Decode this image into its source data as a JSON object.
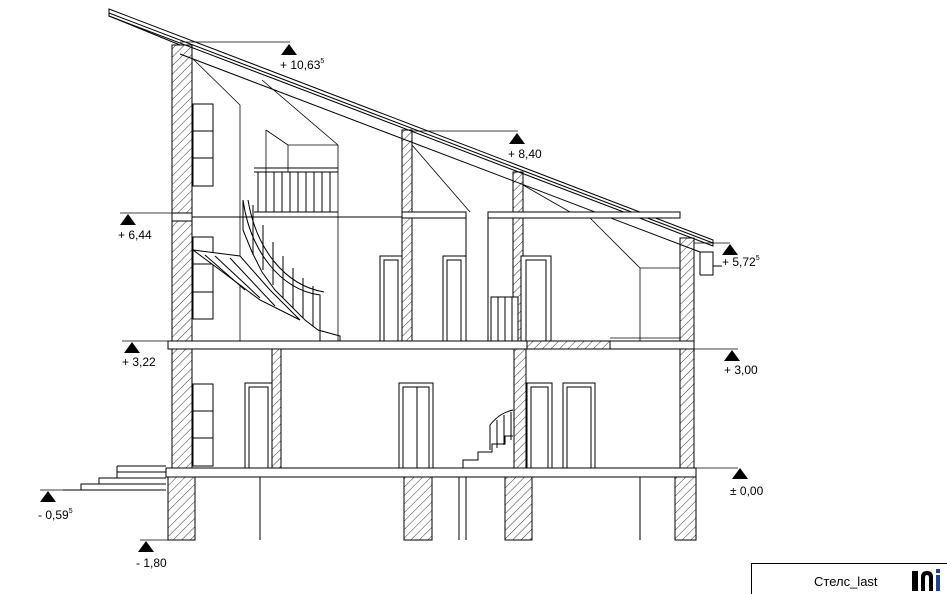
{
  "drawing": {
    "project_name": "Стелс_last",
    "logo_icon": "architect-logo-icon",
    "line_color": "#000000",
    "background": "#ffffff",
    "levels": [
      {
        "id": "ridge",
        "text": "+ 10,63",
        "sup": "5"
      },
      {
        "id": "mid-ridge",
        "text": "+ 8,40",
        "sup": ""
      },
      {
        "id": "upper-floor",
        "text": "+ 6,44",
        "sup": ""
      },
      {
        "id": "eave",
        "text": "+ 5,72",
        "sup": "5"
      },
      {
        "id": "second-floor-left",
        "text": "+ 3,22",
        "sup": ""
      },
      {
        "id": "second-floor-right",
        "text": "+ 3,00",
        "sup": ""
      },
      {
        "id": "ground-zero",
        "text": "± 0,00",
        "sup": ""
      },
      {
        "id": "grade",
        "text": "- 0,59",
        "sup": "5"
      },
      {
        "id": "foundation",
        "text": "- 1,80",
        "sup": ""
      }
    ]
  }
}
